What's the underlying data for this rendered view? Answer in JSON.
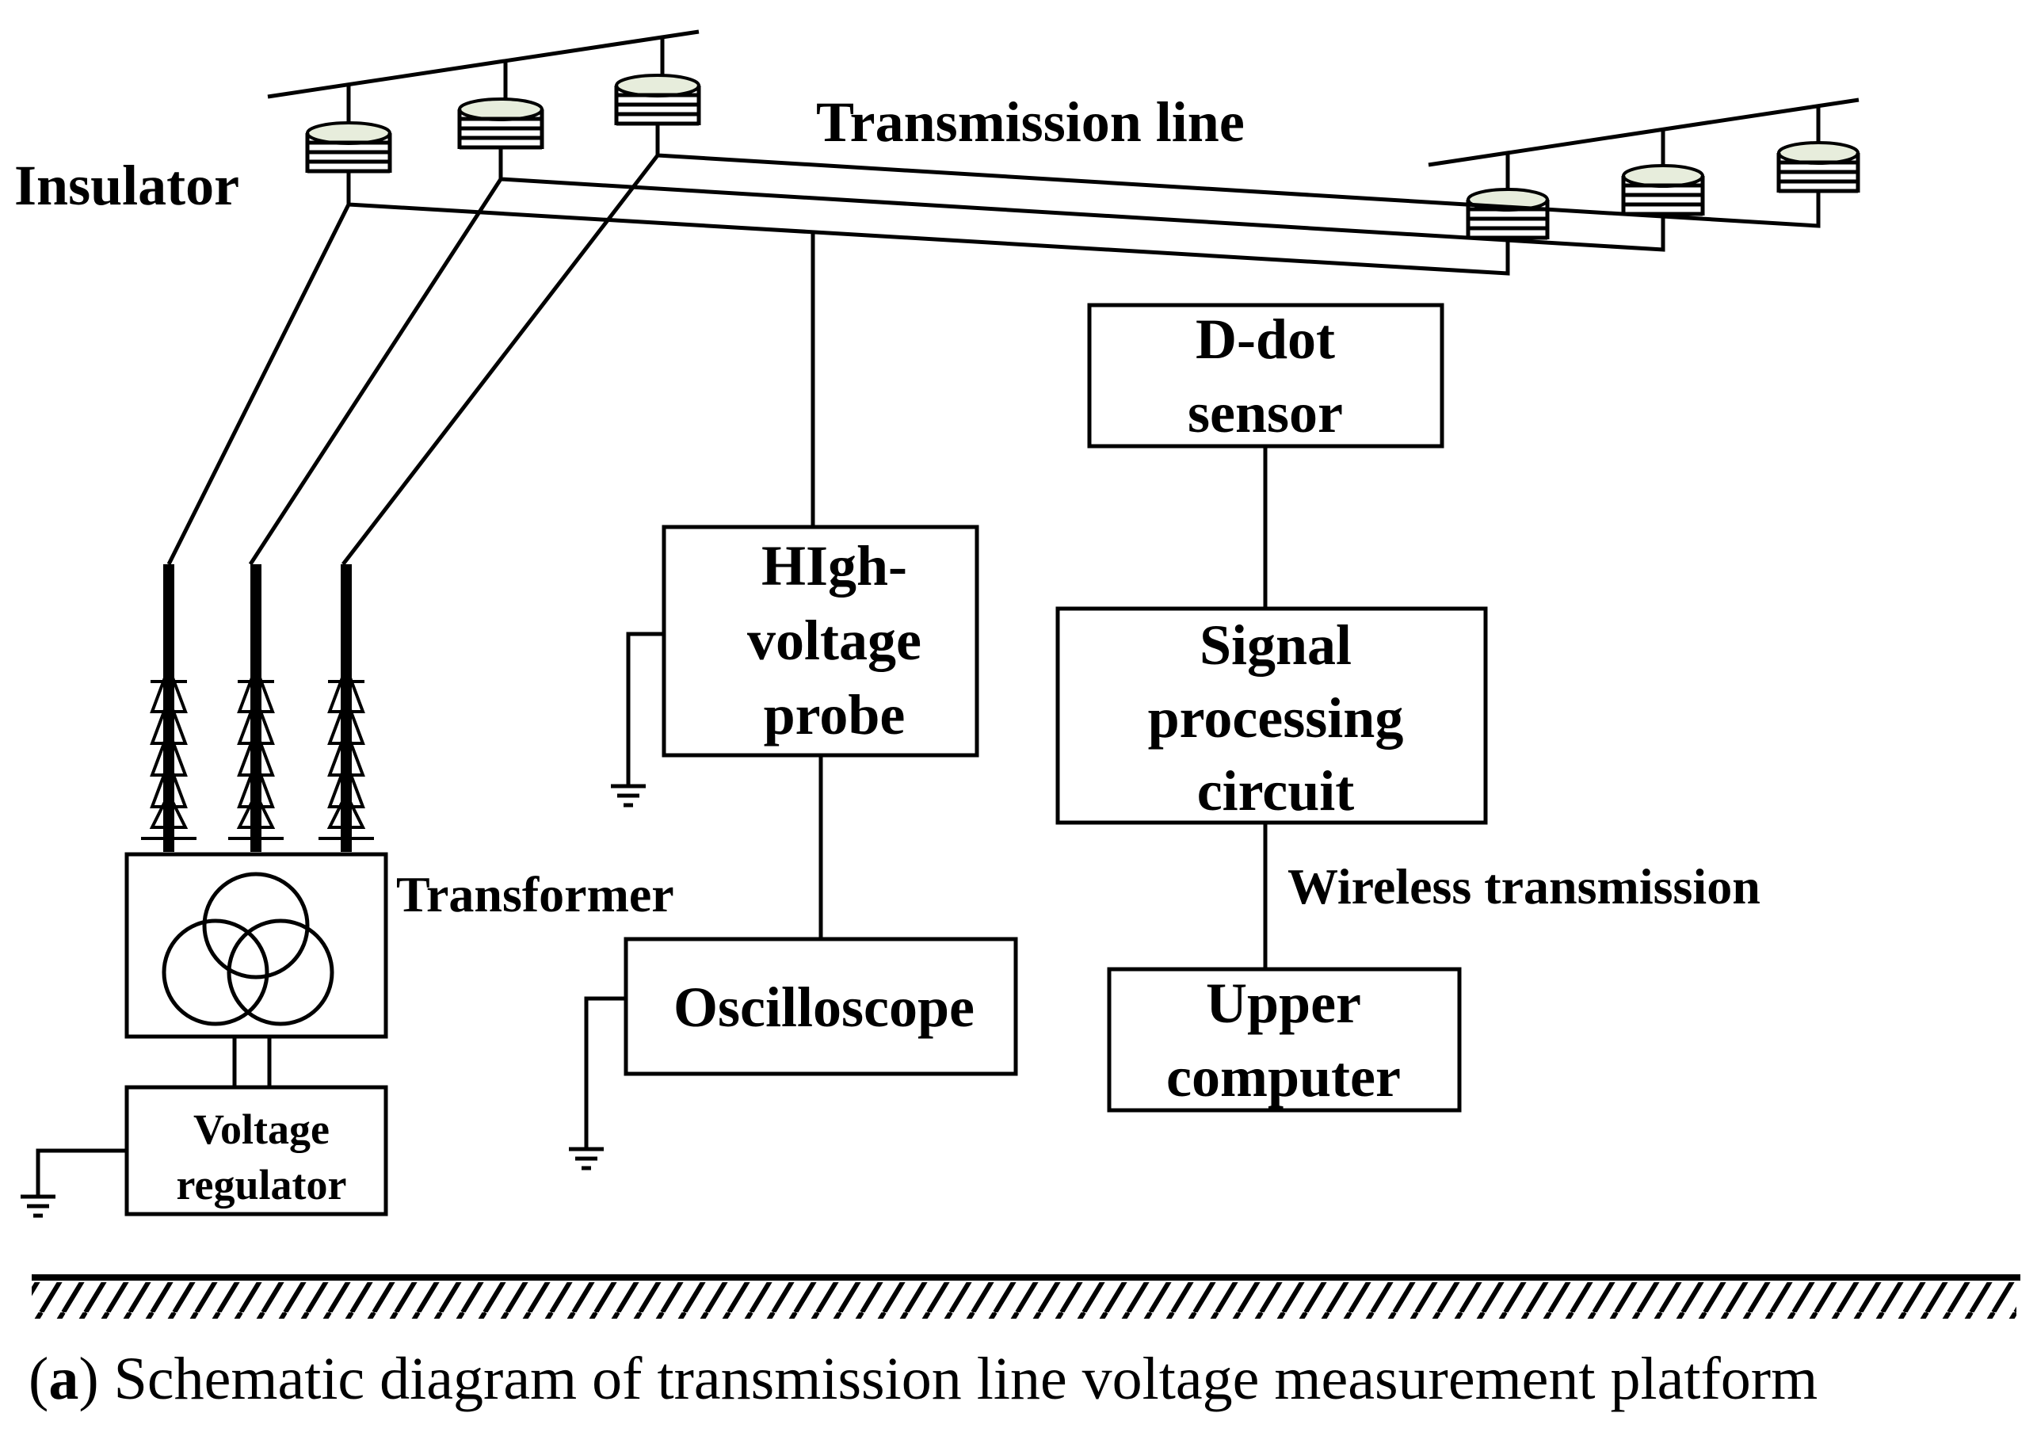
{
  "labels": {
    "insulator": "Insulator",
    "transmission_line": "Transmission line",
    "transformer": "Transformer",
    "wireless": "Wireless transmission"
  },
  "boxes": {
    "ddot_1": "D-dot",
    "ddot_2": "sensor",
    "hv_1": "HIgh-",
    "hv_2": "voltage",
    "hv_3": "probe",
    "sig_1": "Signal",
    "sig_2": "processing",
    "sig_3": "circuit",
    "osc": "Oscilloscope",
    "upper_1": "Upper",
    "upper_2": "computer",
    "vreg_1": "Voltage",
    "vreg_2": "regulator"
  },
  "caption": {
    "letter": "a",
    "open": "(",
    "close": ")",
    "text": " Schematic diagram of transmission line voltage measurement platform"
  },
  "colors": {
    "line": "#000000",
    "insulator_fill": "#e7eddc",
    "background": "#ffffff"
  }
}
